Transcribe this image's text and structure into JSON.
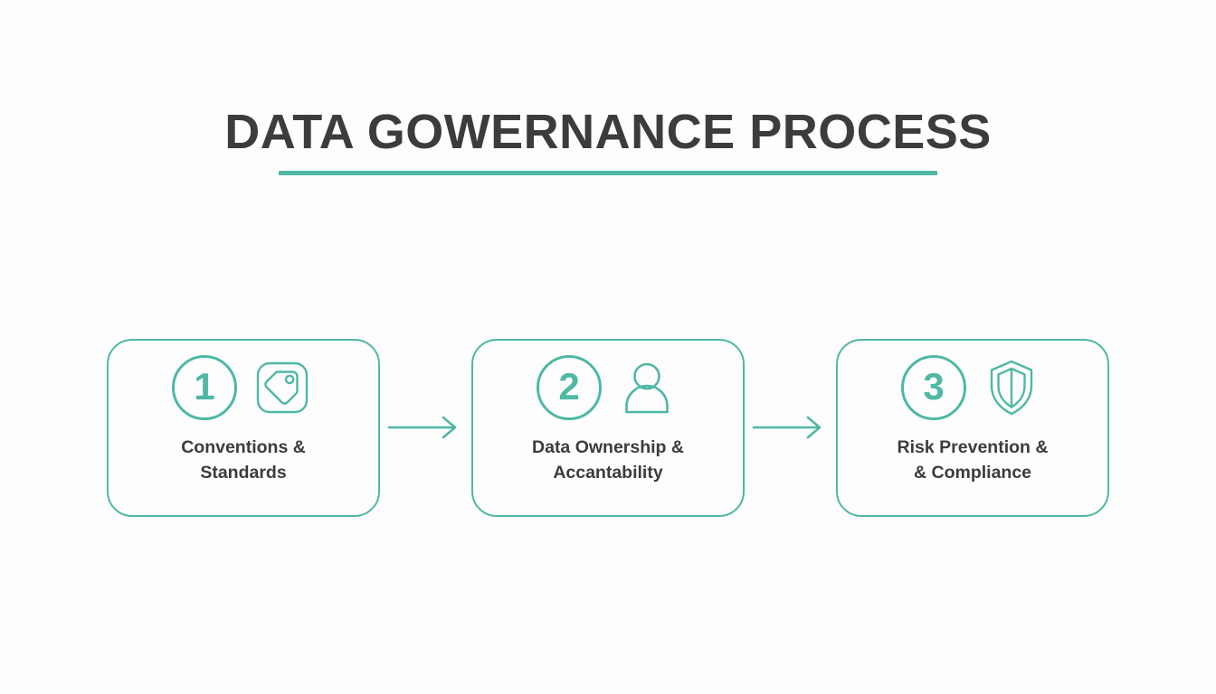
{
  "slide": {
    "background_color": "#fdfdfe",
    "accent_color": "#4fb8a4",
    "text_color": "#3c3c3c"
  },
  "header": {
    "title": "DATA GOWERNANCE PROCESS"
  },
  "flow": {
    "steps": [
      {
        "number": "1",
        "label": "Conventions & Standards",
        "label_line_1": "Conventions &",
        "label_line_2": "Standards",
        "icon": "tag-icon"
      },
      {
        "number": "2",
        "label": "Data Ownership & Accantability",
        "label_line_1": "Data Ownership &",
        "label_line_2": "Accantability",
        "icon": "person-icon"
      },
      {
        "number": "3",
        "label": "Risk Prevention & & Compliance",
        "label_line_1": "Risk Prevention &",
        "label_line_2": "& Compliance",
        "icon": "shield-icon"
      }
    ],
    "connectors": [
      {
        "icon": "arrow-right-icon"
      },
      {
        "icon": "arrow-right-icon"
      }
    ]
  }
}
